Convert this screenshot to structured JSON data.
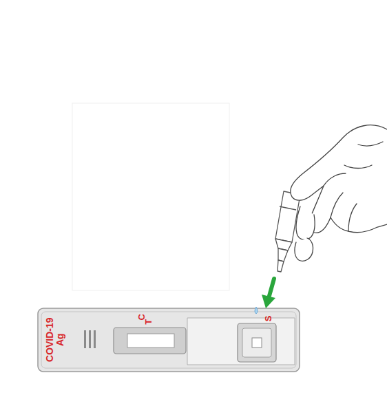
{
  "diagram": {
    "labels": [
      "COVID-19 Ag",
      "C",
      "T",
      "S"
    ]
  }
}
